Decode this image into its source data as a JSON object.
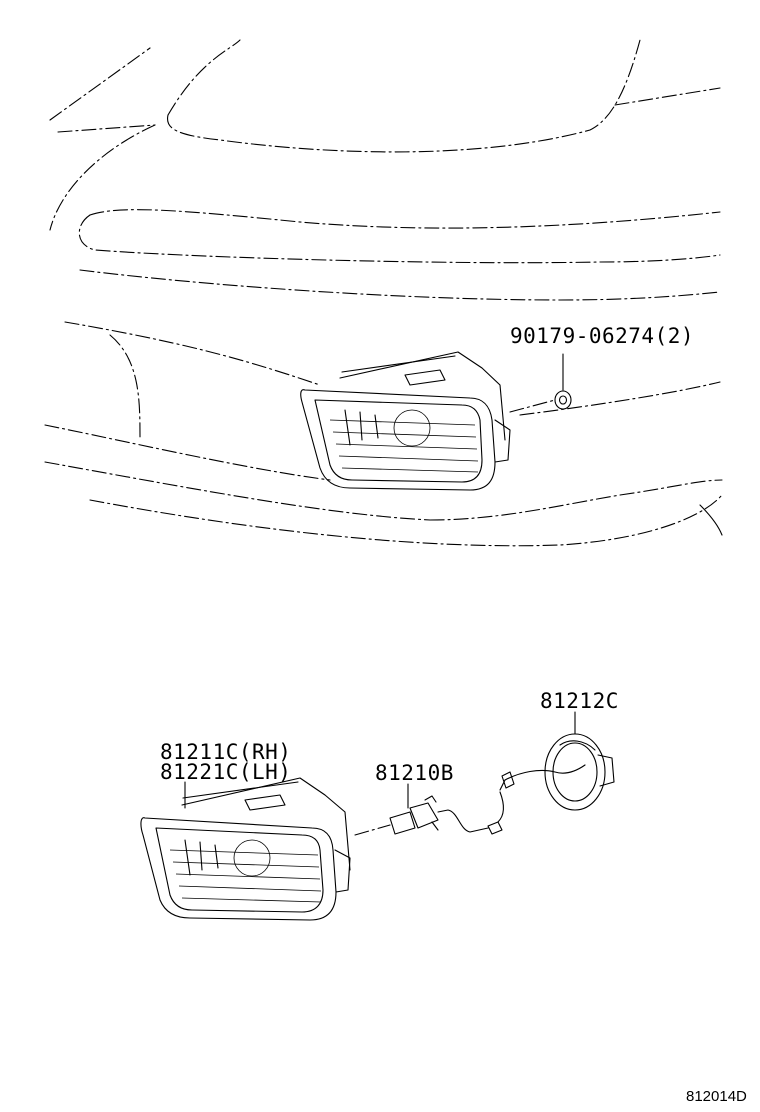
{
  "callouts": [
    {
      "id": "nut",
      "part_number": "90179-06274(2)"
    },
    {
      "id": "fog-lamp-rh",
      "part_number": "81211C(RH)"
    },
    {
      "id": "fog-lamp-lh",
      "part_number": "81221C(LH)"
    },
    {
      "id": "bulb",
      "part_number": "81210B"
    },
    {
      "id": "socket",
      "part_number": "81212C"
    }
  ],
  "diagram_code": "812014D"
}
